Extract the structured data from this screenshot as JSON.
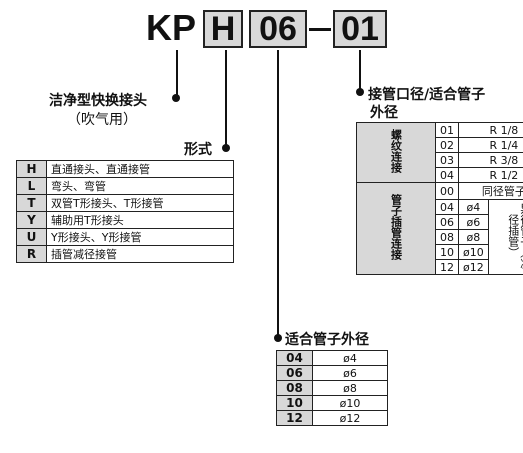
{
  "code": {
    "prefix": "KP",
    "type": "H",
    "tube": "06",
    "port": "01",
    "dash": "—"
  },
  "labels": {
    "series_line1": "洁净型快换接头",
    "series_line2": "（吹气用）",
    "form": "形式",
    "port_line1": "接管口径/适合管子",
    "port_line2": "外径",
    "tube": "适合管子外径"
  },
  "form_table": [
    {
      "key": "H",
      "desc": "直通接头、直通接管"
    },
    {
      "key": "L",
      "desc": "弯头、弯管"
    },
    {
      "key": "T",
      "desc": "双管T形接头、T形接管"
    },
    {
      "key": "Y",
      "desc": "辅助用T形接头"
    },
    {
      "key": "U",
      "desc": "Y形接头、Y形接管"
    },
    {
      "key": "R",
      "desc": "插管减径接管"
    }
  ],
  "port_table": {
    "thread_label": "螺纹连接",
    "thread_rows": [
      {
        "code": "01",
        "size": "R 1/8"
      },
      {
        "code": "02",
        "size": "R 1/4"
      },
      {
        "code": "03",
        "size": "R 3/8"
      },
      {
        "code": "04",
        "size": "R 1/2"
      }
    ],
    "tube_label": "管子插管连接",
    "same_dia_code": "00",
    "same_dia_text": "同径管子",
    "tube_rows": [
      {
        "code": "04",
        "size": "ø4"
      },
      {
        "code": "06",
        "size": "ø6"
      },
      {
        "code": "08",
        "size": "ø8"
      },
      {
        "code": "10",
        "size": "ø10"
      },
      {
        "code": "12",
        "size": "ø12"
      }
    ],
    "reduce_label": "异径管子（减径插管）"
  },
  "tube_table": [
    {
      "code": "04",
      "size": "ø4"
    },
    {
      "code": "06",
      "size": "ø6"
    },
    {
      "code": "08",
      "size": "ø8"
    },
    {
      "code": "10",
      "size": "ø10"
    },
    {
      "code": "12",
      "size": "ø12"
    }
  ]
}
